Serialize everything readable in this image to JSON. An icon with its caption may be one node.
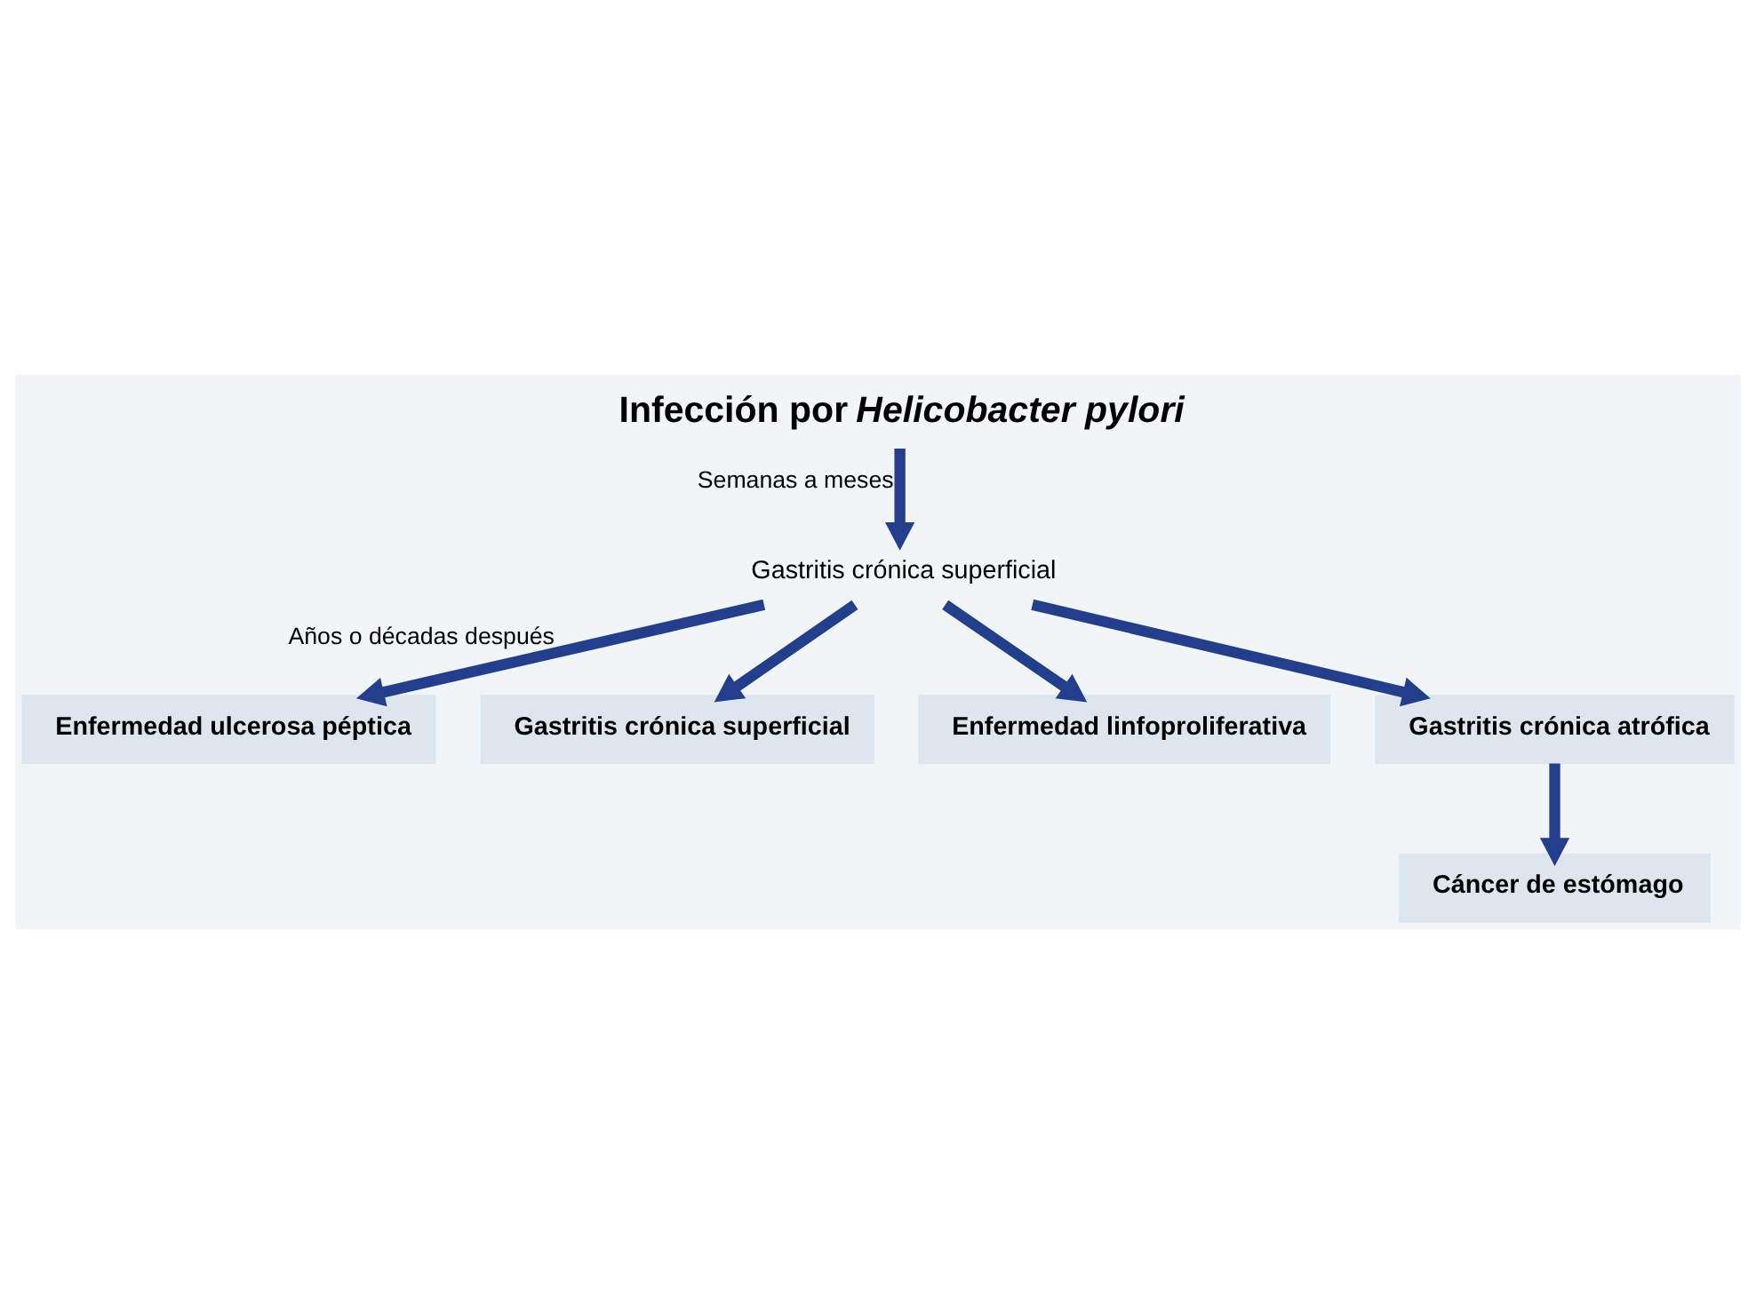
{
  "diagram": {
    "nodes": [
      {
        "text": [
          "Infección por *Helicobacter pylori*"
        ]
      },
      {
        "text": [
          "Gastritis crónica superficial"
        ]
      },
      {
        "text": [
          "Enfermedad ulcerosa péptica"
        ]
      },
      {
        "text": [
          "Gastritis crónica superficial"
        ]
      },
      {
        "text": [
          "Enfermedad linfoproliferativa"
        ]
      },
      {
        "text": [
          "Gastritis crónica atrófica"
        ]
      },
      {
        "text": [
          "Cáncer de estómago"
        ]
      }
    ],
    "edges": [
      {
        "from": 0,
        "to": 1,
        "arrow": "to",
        "label": "Semanas a meses"
      },
      {
        "from": 1,
        "to": 2,
        "arrow": "to",
        "label": "Años o décadas después"
      },
      {
        "from": 1,
        "to": 3,
        "arrow": "to"
      },
      {
        "from": 1,
        "to": 4,
        "arrow": "to"
      },
      {
        "from": 1,
        "to": 5,
        "arrow": "to"
      },
      {
        "from": 5,
        "to": 6,
        "arrow": "to"
      }
    ]
  }
}
